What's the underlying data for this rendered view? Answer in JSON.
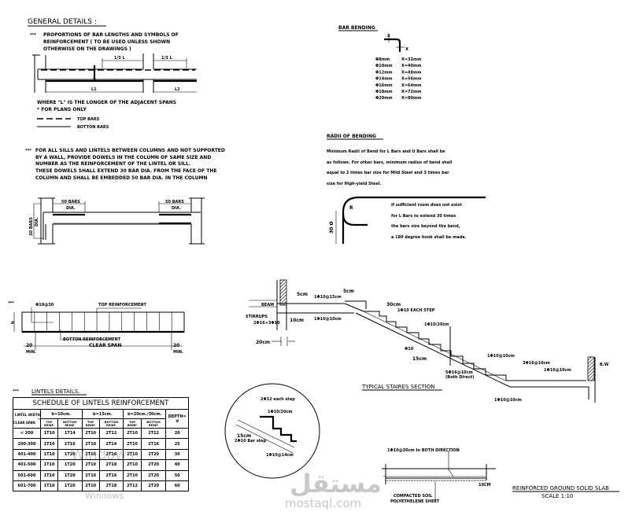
{
  "general": {
    "title": "GENERAL DETAILS :",
    "note1_mark": "***",
    "note1": [
      "PROPORTIONS OF BAR LENGTHS AND SYMBOLS OF",
      "REINFORCEMENT ( TO BE USED UNLESS SHOWN",
      "OTHERWISE ON THE DRAWINGS )"
    ],
    "dim_third_l": "1/3 L",
    "span1": "L1",
    "span2": "L2",
    "where": "WHERE \"L\" IS THE LONGER OF THE ADJACENT SPANS",
    "plans_only": "* FOR PLANS ONLY",
    "top_bars": "TOP BARS",
    "bottom_bars": "BOTTON BARS",
    "note2_mark": "***",
    "note2": [
      "FOR ALL SILLS AND LINTELS BETWEEN COLUMNS AND NOT SUPPORTED",
      "BY A WALL, PROVIDE DOWELS IN THE COLUMN OF SAME SIZE AND",
      "NUMBER AS THE REINFORCEMENT OF THE LINTEL OR SILL.",
      "THESE DOWELS SHALL EXTEND 30 BAR DIA. FROM THE FACE OF THE",
      "COLUMN AND SHALL BE EMBEDDED 50 BAR DIA. IN THE COLUMN"
    ]
  },
  "sill": {
    "bars50": "50 BARS",
    "dia": "DIA.",
    "bars30": "30 BARS",
    "dia2": "DIA."
  },
  "lintel_elev": {
    "mark": "***",
    "stirrups": "Φ10@30",
    "top": "TOP REINFORCEMENT",
    "bottom": "BOTTON REINFORCEMENT",
    "clear_span": "CLEAR SPAN",
    "min_left": "20",
    "min_left_label": "MIN.",
    "min_right": "20",
    "min_right_label": "MIN.",
    "depth": "d"
  },
  "lintels": {
    "mark": "***",
    "title": "LINTELS DETAILS.",
    "table_title": "SCHEDULE OF LINTELS REINFORCEMENT",
    "corner_top": "LINTEL WIDTH →",
    "corner_bottom": "CLEAR SPAN",
    "groups": [
      "b=10cm.",
      "b=15cm.",
      "b=20cm./30cm."
    ],
    "depth_header": "DEPTH= d",
    "sub": [
      "TOP REINF.",
      "BOTTOM REINF.",
      "TOP REINF.",
      "BOTTOM REINF.",
      "TOP REINF.",
      "BOTTOM REINF."
    ],
    "rows": [
      [
        "< 200",
        "1T10",
        "1T14",
        "2T10",
        "2T12",
        "2T10",
        "2T12",
        "20"
      ],
      [
        "200-300",
        "1T10",
        "1T16",
        "2T10",
        "2T14",
        "2T10",
        "2T16",
        "25"
      ],
      [
        "401-400",
        "1T10",
        "1T20",
        "2T10",
        "2T16",
        "2T10",
        "2T20",
        "30"
      ],
      [
        "401-500",
        "1T10",
        "1T20",
        "2T10",
        "2T18",
        "2T10",
        "2T20",
        "40"
      ],
      [
        "501-600",
        "1T10",
        "1T20",
        "2T10",
        "2T16",
        "2T10",
        "2T20",
        "50"
      ],
      [
        "601-700",
        "1T10",
        "1T20",
        "2T10",
        "2T18",
        "2T12",
        "2T20",
        "60"
      ]
    ]
  },
  "bar_bending": {
    "title": "BAR BENDING",
    "x_label": "X",
    "rows": [
      [
        "Φ8mm",
        "X=32mm"
      ],
      [
        "Φ10mm",
        "X=40mm"
      ],
      [
        "Φ12mm",
        "X=48mm"
      ],
      [
        "Φ14mm",
        "X=56mm"
      ],
      [
        "Φ16mm",
        "X=64mm"
      ],
      [
        "Φ18mm",
        "X=72mm"
      ],
      [
        "Φ20mm",
        "X=80mm"
      ]
    ]
  },
  "radii": {
    "title": "RADII OF BENDING",
    "text": [
      "Minimum Radii  of Bend for L Bars and U Bars shall be",
      "as follows. For other bars, minimum radius of bend shall",
      "equal to 2 times bar size for Mild Steel and 3 times bar",
      "size for High-yield Steel."
    ],
    "r_label": "R",
    "dim": "30 Ø",
    "hook_note": [
      "If sufficient room does not exist",
      "for L Bars to extend 30 times",
      "the bars size beyond the bend,",
      "a 180 degree hook shall be made."
    ]
  },
  "stairs": {
    "title": "TYPICAL STAIRES SECTION",
    "d5cm_a": "5cm",
    "d5cm_b": "5cm",
    "d30cm": "30cm",
    "d10cm": "10cm",
    "d20cm": "20cm",
    "d15cm": "15cm",
    "each_step": "1Φ10 EACH STEP",
    "l1": "1Φ10@15cm",
    "l2": "1Φ10@10cm",
    "l3": "1Φ10/20cm",
    "l4": "Φ10",
    "l5": "1Φ10@10cm",
    "l6": "3Φ16@10cm",
    "l7": "1Φ10@10cm",
    "l8": "1Φ10@10cm",
    "l9": "5Φ16@10cm",
    "l9b": "(Both Direct)",
    "beam": "BEAM",
    "stirrups": "STIRRUPS",
    "dowel": "2Φ16+3Φ10",
    "wall": "B.W"
  },
  "detail": {
    "a": "2Φ12 each step",
    "b": "1Φ10/20cm",
    "c": "15cm",
    "d": "2Φ10 Bar step",
    "e": "1Φ10@14cm"
  },
  "slab": {
    "note": "1Φ10@20cm In BOTH DIRECTION",
    "soil": "COMPACTED SOIL",
    "sheet": "POLYETHELENE SHEET",
    "thk": "10CM",
    "title": "REINFORCED GROUND SOLID SLAB",
    "scale": "SCALE 1:10"
  },
  "watermark": {
    "logo_ar": "مستقل",
    "logo": "mostaql.com",
    "win1": "Windows",
    "win2": "Windows"
  }
}
